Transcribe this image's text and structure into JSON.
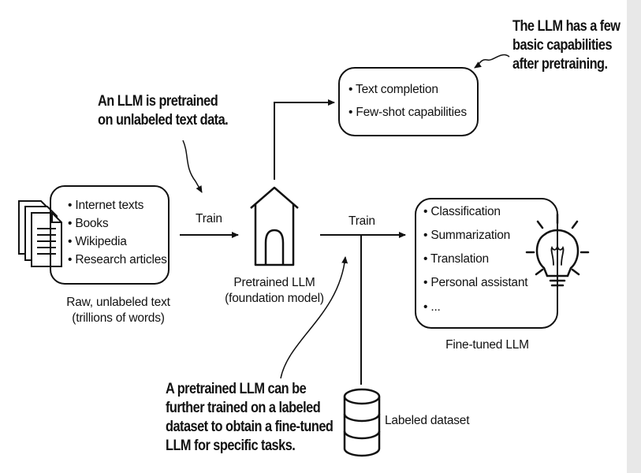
{
  "annotations": {
    "pretrained": [
      "An LLM is pretrained",
      "on unlabeled text data."
    ],
    "basic_capabilities": [
      "The LLM has a few",
      "basic capabilities",
      "after pretraining."
    ],
    "finetuning": [
      "A pretrained LLM can be",
      "further trained on a labeled",
      "dataset to obtain a fine-tuned",
      "LLM for specific tasks."
    ]
  },
  "raw_text_box": {
    "items": [
      "• Internet texts",
      "• Books",
      "• Wikipedia",
      "• Research articles"
    ],
    "caption": [
      "Raw, unlabeled text",
      "(trillions of words)"
    ]
  },
  "pretrained_llm": {
    "caption": [
      "Pretrained LLM",
      "(foundation model)"
    ]
  },
  "capabilities_box": {
    "items": [
      "• Text completion",
      "• Few-shot capabilities"
    ]
  },
  "finetuned_box": {
    "items": [
      "• Classification",
      "• Summarization",
      "• Translation",
      "• Personal assistant",
      "• ..."
    ],
    "caption": "Fine-tuned LLM"
  },
  "train_labels": {
    "first": "Train",
    "second": "Train"
  },
  "dataset": {
    "label": "Labeled dataset"
  },
  "icons": [
    "document-stack-icon",
    "house-icon",
    "lightbulb-icon",
    "database-icon"
  ],
  "colors": {
    "line": "#111111",
    "background": "#ffffff"
  }
}
